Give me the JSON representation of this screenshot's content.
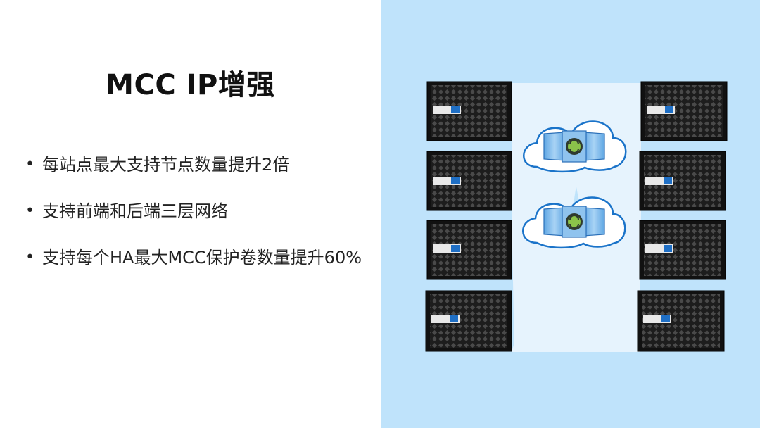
{
  "slide": {
    "title": "MCC IP增强",
    "bullets": [
      "每站点最大支持节点数量提升2倍",
      "支持前端和后端三层网络",
      "支持每个HA最大MCC保护卷数量提升60%"
    ],
    "bullet_glyph": "•"
  },
  "colors": {
    "panel_bg": "#bfe3fb",
    "beam": "#e9f5fe",
    "server_body": "#1d1d1d",
    "server_mesh": "#4a4a4a",
    "badge": "#1f6fc5",
    "cloud_stroke": "#1a73c9",
    "connector": "#7fb8e8",
    "connector_core": "#8bc34a"
  },
  "illustration": {
    "left_stack": [
      "server-1",
      "server-2",
      "server-3",
      "server-4"
    ],
    "right_stack": [
      "server-1",
      "server-2",
      "server-3",
      "server-4"
    ],
    "clouds": [
      "cloud-link-1",
      "cloud-link-2"
    ],
    "icons": [
      "server-icon",
      "cloud-icon",
      "sync-icon"
    ]
  }
}
